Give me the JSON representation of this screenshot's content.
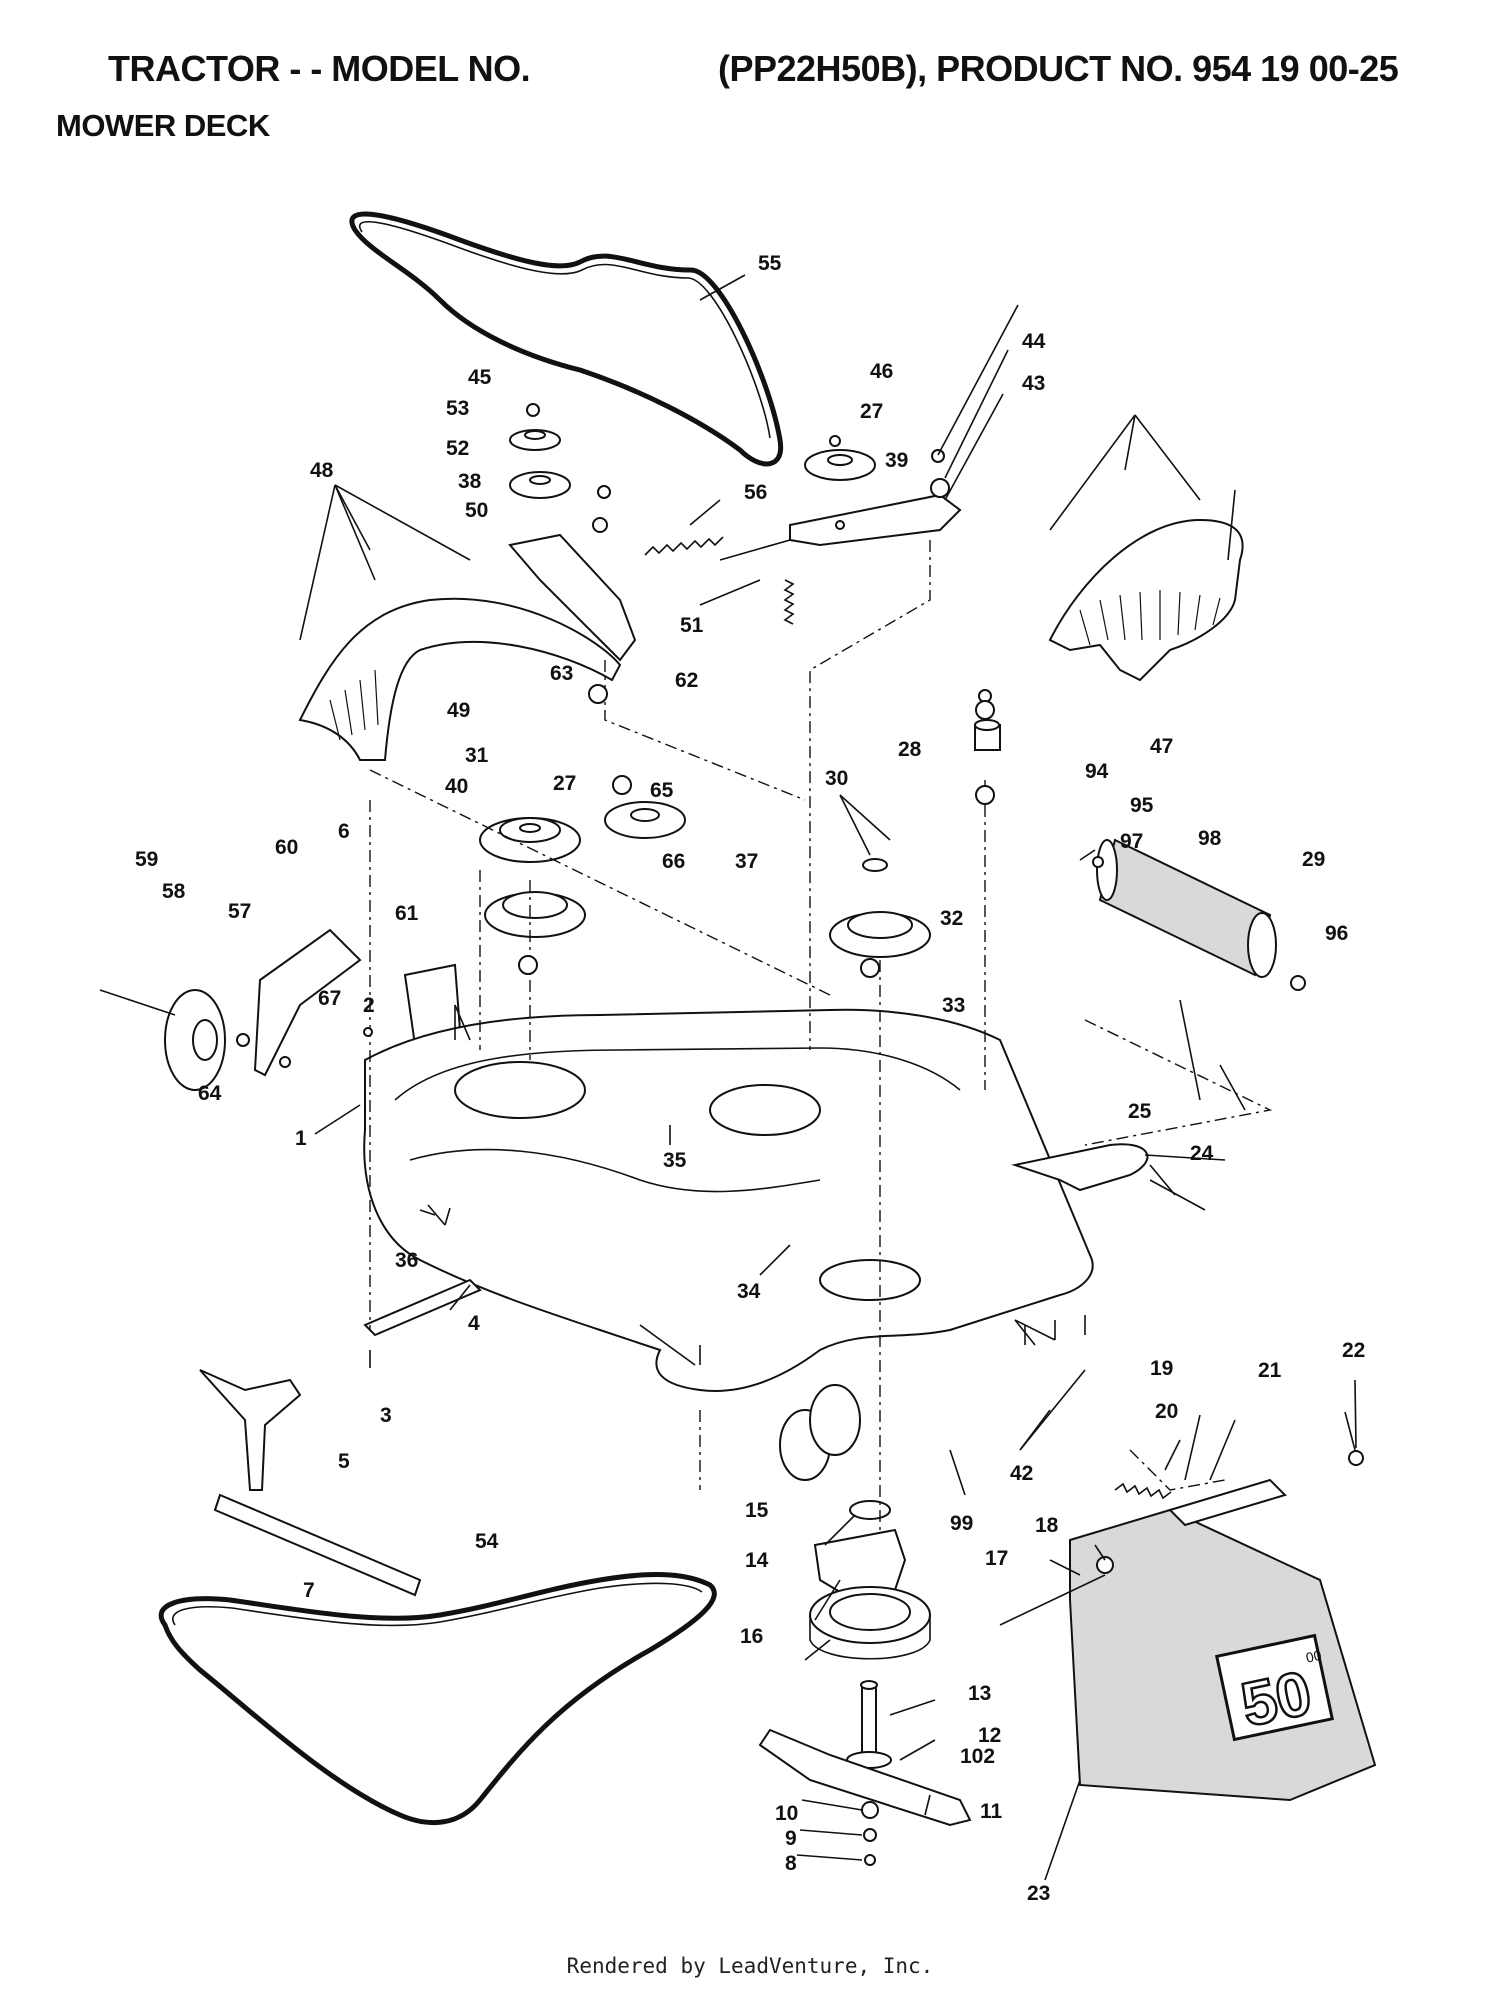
{
  "header": {
    "title_left": "TRACTOR - - MODEL NO.",
    "title_right": "(PP22H50B), PRODUCT NO. 954 19 00-25",
    "subtitle": "MOWER DECK"
  },
  "footer": {
    "credit": "Rendered by LeadVenture, Inc."
  },
  "callouts": [
    "55",
    "45",
    "53",
    "52",
    "38",
    "50",
    "63",
    "62",
    "48",
    "49",
    "46",
    "27",
    "39",
    "44",
    "56",
    "51",
    "43",
    "47",
    "31",
    "40",
    "27",
    "65",
    "66",
    "37",
    "60",
    "6",
    "59",
    "58",
    "57",
    "61",
    "67",
    "64",
    "2",
    "1",
    "36",
    "4",
    "3",
    "5",
    "7",
    "54",
    "30",
    "28",
    "94",
    "95",
    "97",
    "98",
    "29",
    "96",
    "32",
    "33",
    "35",
    "34",
    "25",
    "24",
    "42",
    "99",
    "15",
    "14",
    "16",
    "13",
    "12",
    "102",
    "11",
    "10",
    "9",
    "8",
    "19",
    "20",
    "21",
    "22",
    "18",
    "17",
    "23"
  ],
  "decal": {
    "text": "50",
    "superscript": "00"
  }
}
